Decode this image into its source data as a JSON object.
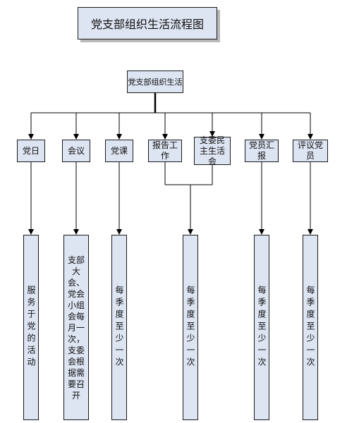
{
  "title": "党支部组织生活流程图",
  "root": "党支部组织生活",
  "categories": [
    {
      "label": "党日"
    },
    {
      "label": "会议"
    },
    {
      "label": "党课"
    },
    {
      "label": "报告工作"
    },
    {
      "label": "支委民主生活会"
    },
    {
      "label": "党员汇报"
    },
    {
      "label": "评议党员"
    }
  ],
  "leaves": [
    {
      "text": "服务于党的活动"
    },
    {
      "text": "支部大会、党会小组会每月一次，支委会根据需要召开"
    },
    {
      "text": "每季度至少一次"
    },
    {
      "text": "每季度至少一次"
    },
    {
      "text": "每季度至少一次"
    },
    {
      "text": "每季度至少一次"
    }
  ],
  "colors": {
    "box_fill": "#dde4f2",
    "line": "#000000"
  }
}
